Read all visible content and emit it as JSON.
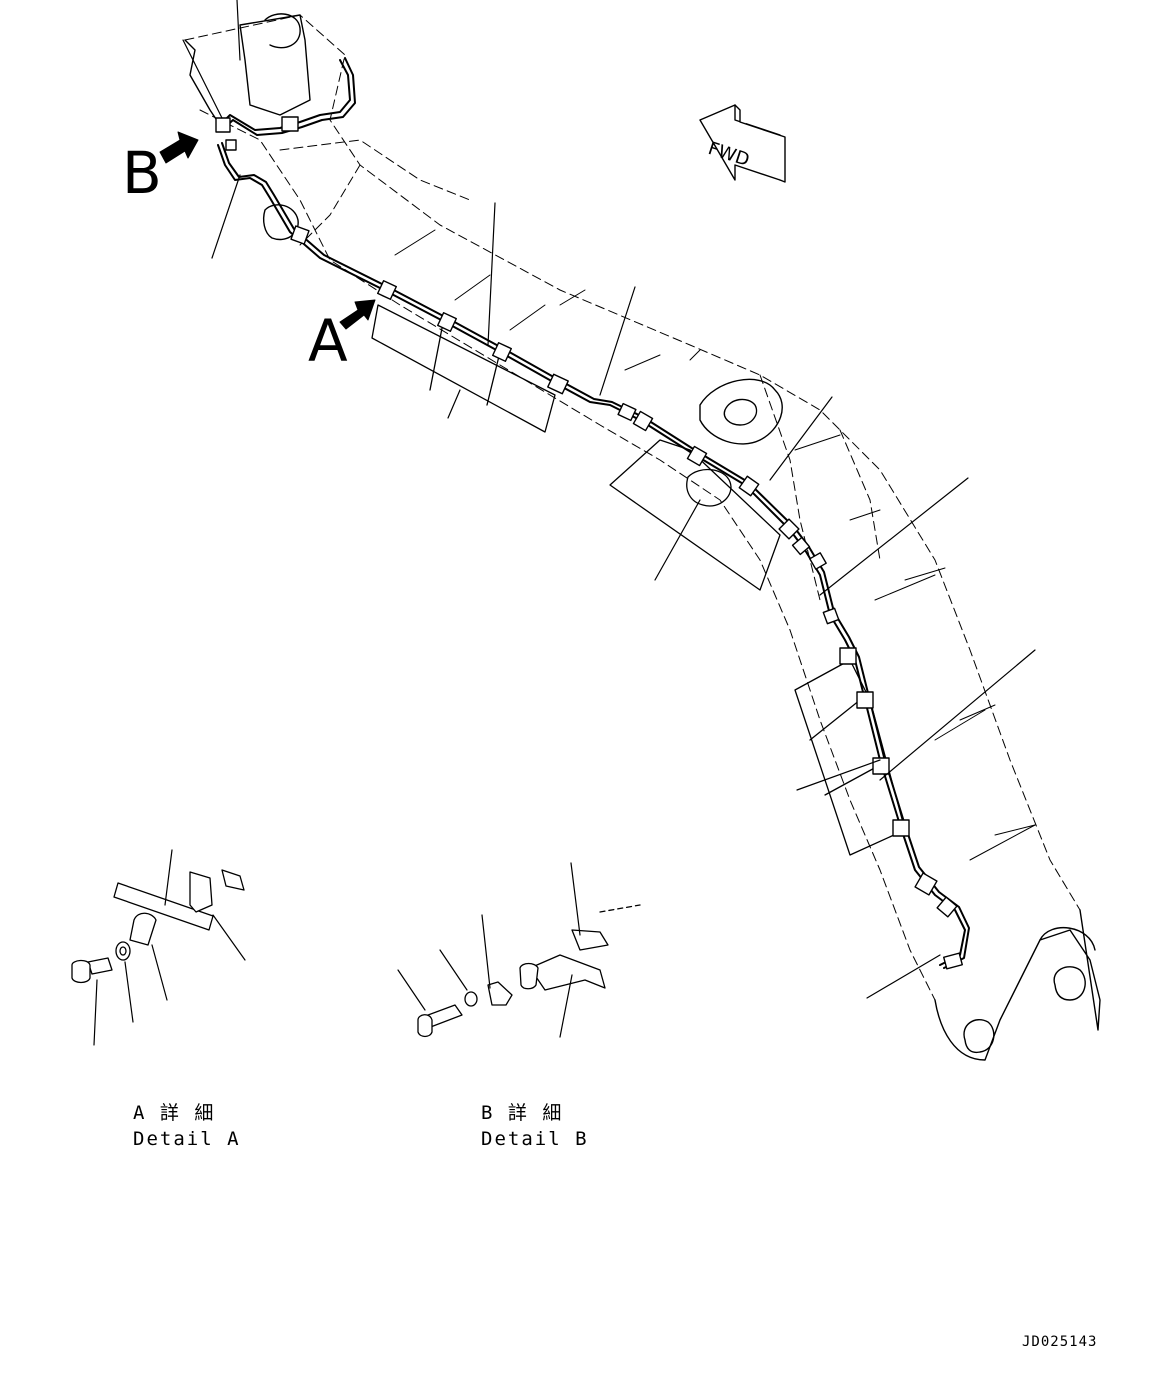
{
  "callouts": {
    "view_b": "B",
    "view_a": "A"
  },
  "direction_marker": "FWD",
  "details": {
    "a": {
      "title_jp": "A 詳 細",
      "title_en": "Detail A"
    },
    "b": {
      "title_jp": "B 詳 細",
      "title_en": "Detail B"
    }
  },
  "drawing_code": "JD025143",
  "colors": {
    "line": "#000000",
    "background": "#ffffff"
  }
}
